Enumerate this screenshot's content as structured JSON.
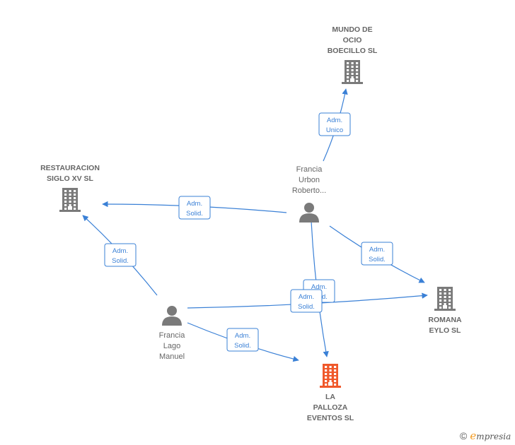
{
  "colors": {
    "edge": "#3a80d6",
    "company": "#7a7a7a",
    "focus_company": "#f0582a",
    "person": "#7a7a7a"
  },
  "nodes": [
    {
      "id": "mundo",
      "type": "company",
      "lines": [
        "MUNDO DE",
        "OCIO",
        "BOECILLO SL"
      ]
    },
    {
      "id": "restauracion",
      "type": "company",
      "lines": [
        "RESTAURACION",
        "SIGLO XV SL"
      ]
    },
    {
      "id": "romana",
      "type": "company",
      "lines": [
        "ROMANA",
        "EYLO  SL"
      ]
    },
    {
      "id": "lapalloza",
      "type": "company",
      "focus": true,
      "lines": [
        "LA",
        "PALLOZA",
        "EVENTOS  SL"
      ]
    },
    {
      "id": "francia_urbon",
      "type": "person",
      "lines": [
        "Francia",
        "Urbon",
        "Roberto..."
      ]
    },
    {
      "id": "francia_lago",
      "type": "person",
      "lines": [
        "Francia",
        "Lago",
        "Manuel"
      ]
    }
  ],
  "edges": [
    {
      "from": "francia_urbon",
      "to": "mundo",
      "label": [
        "Adm.",
        "Unico"
      ]
    },
    {
      "from": "francia_urbon",
      "to": "restauracion",
      "label": [
        "Adm.",
        "Solid."
      ]
    },
    {
      "from": "francia_urbon",
      "to": "romana",
      "label": [
        "Adm.",
        "Solid."
      ]
    },
    {
      "from": "francia_urbon",
      "to": "lapalloza",
      "label": [
        "Adm.",
        "Solid."
      ]
    },
    {
      "from": "francia_lago",
      "to": "restauracion",
      "label": [
        "Adm.",
        "Solid."
      ]
    },
    {
      "from": "francia_lago",
      "to": "romana",
      "label": [
        "Adm.",
        "Solid."
      ]
    },
    {
      "from": "francia_lago",
      "to": "lapalloza",
      "label": [
        "Adm.",
        "Solid."
      ]
    }
  ],
  "footer": {
    "copyright": "©",
    "brand_initial": "e",
    "brand_rest": "mpresia"
  }
}
